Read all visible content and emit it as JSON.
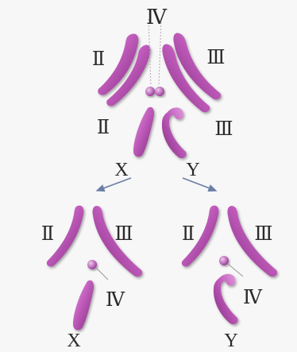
{
  "labels": {
    "top_iv": "Ⅳ",
    "top_left_ii": "Ⅱ",
    "top_right_iii": "Ⅲ",
    "mid_left_ii": "Ⅱ",
    "mid_right_iii": "Ⅲ",
    "x_branch": "X",
    "y_branch": "Y",
    "bottom_left_ii": "Ⅱ",
    "bottom_left_iii": "Ⅲ",
    "bottom_left_iv": "Ⅳ",
    "bottom_left_x": "X",
    "bottom_right_ii": "Ⅱ",
    "bottom_right_iii": "Ⅲ",
    "bottom_right_iv": "Ⅳ",
    "bottom_right_y": "Y"
  },
  "colors": {
    "chromosome_light": "#d989d6",
    "chromosome_mid": "#b94db5",
    "chromosome_dark": "#8a2e88",
    "arrow": "#6b7fa6",
    "pointer": "#9a9a9a"
  }
}
